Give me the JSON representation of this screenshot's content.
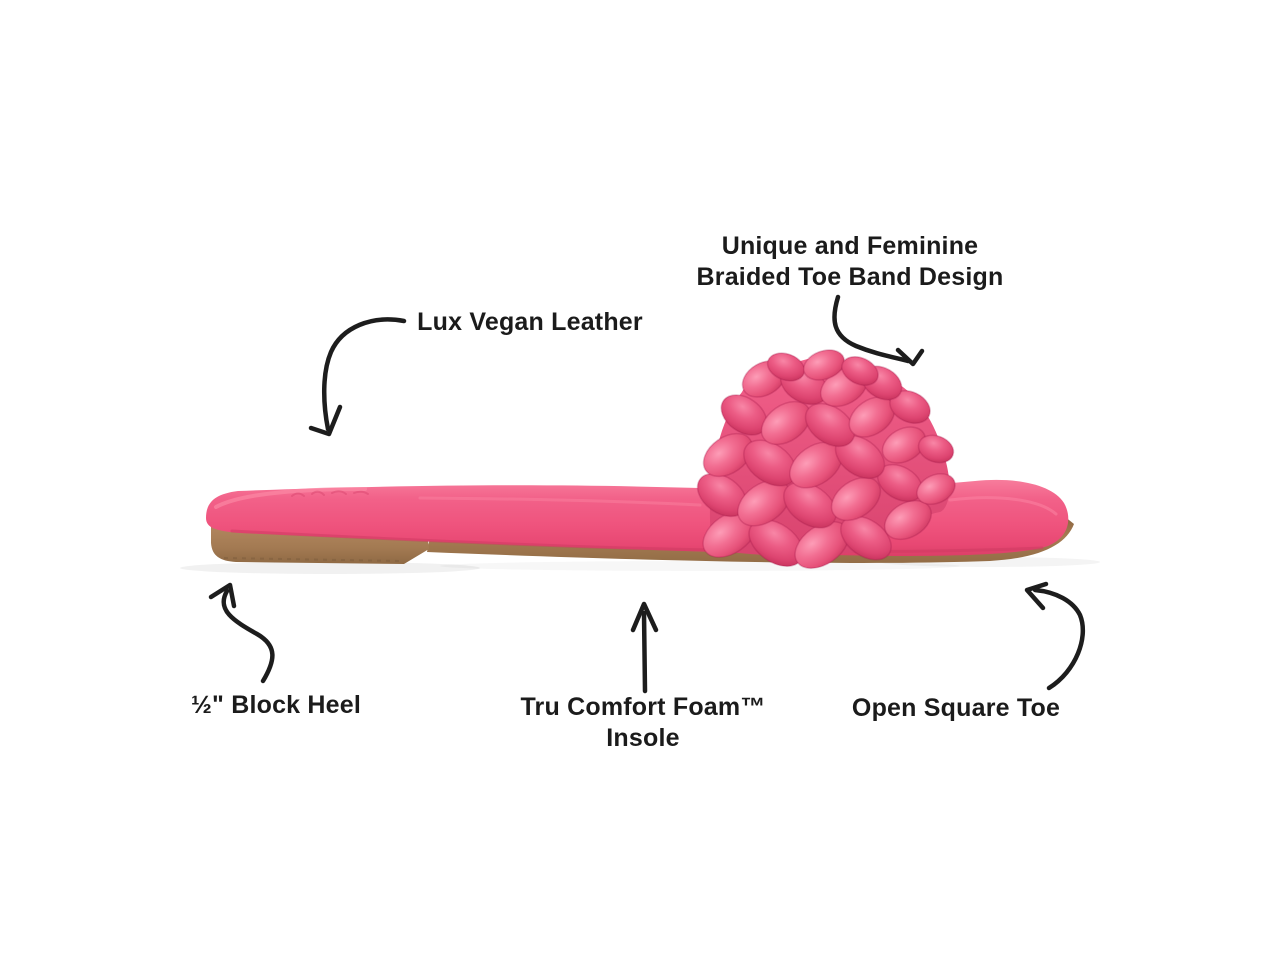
{
  "figure": {
    "type": "product-feature-callouts",
    "background_color": "#ffffff",
    "annotation_color": "#1d1d1d"
  },
  "product": {
    "item": "braided slide sandal",
    "colors": {
      "footbed_pink": "#ef537d",
      "braid_highlight_pink": "#fc9cb6",
      "braid_shadow_pink": "#c5315b",
      "outsole_tan": "#a97e55"
    }
  },
  "callouts": {
    "braided_band": {
      "line1": "Unique and Feminine",
      "line2": "Braided Toe Band Design"
    },
    "vegan_leather": {
      "label": "Lux Vegan Leather"
    },
    "block_heel": {
      "label": "½\" Block Heel"
    },
    "insole": {
      "line1": "Tru Comfort Foam™",
      "line2": "Insole"
    },
    "square_toe": {
      "label": "Open Square Toe"
    }
  }
}
